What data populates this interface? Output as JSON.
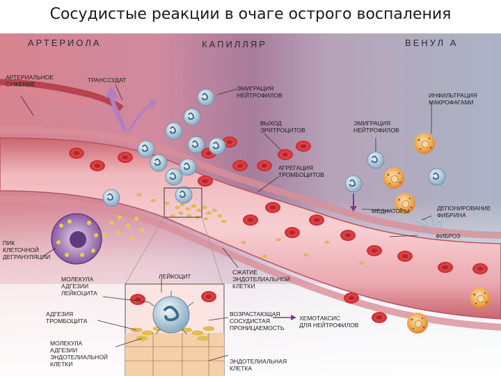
{
  "title": "Сосудистые реакции в очаге острого воспаления",
  "zones": {
    "arteriole": "АРТЕРИОЛА",
    "capillary": "КАПИЛЛЯР",
    "venule": "ВЕНУЛ А"
  },
  "labels": {
    "arterial_narrowing": "АРТЕРИАЛЬНОЕ\nСУЖЕНИЕ",
    "transudate": "ТРАНССУДАТ",
    "neutrophil_emigration_top": "ЭМИГРАЦИЯ\nНЕЙТРОФИЛОВ",
    "erythrocyte_exit": "ВЫХОД\nЭРИТРОЦИТОВ",
    "neutrophil_emigration_right": "ЭМИГРАЦИЯ\nНЕЙТРОФИЛОВ",
    "macrophage_infiltration": "ИНФИЛЬТРАЦИЯ\nМАКРОФАГАМИ",
    "platelet_aggregation": "АГРЕГАЦИЯ\nТРОМБОЦИТОВ",
    "mediators": "МЕДИАТОРЫ",
    "fibrin_deposition": "ДЕПОНИРОВАНИЕ\nФИБРИНА",
    "fibrosis": "ФИБРОЗ",
    "mast_cell_degranulation": "ПИК\nКЛЕТОЧНОЙ\nДЕГРАНУЛЯЦИИ",
    "endothelial_contraction": "СЖАТИЕ\nЭНДОТЕЛИАЛЬНОЙ\nКЛЕТКИ",
    "leukocyte": "ЛЕЙКОЦИТ",
    "leukocyte_adhesion_molecule": "МОЛЕКУЛА\nАДГЕЗИИ\nЛЕЙКОЦИТА",
    "platelet_adhesion": "АДГЕЗИЯ\nТРОМБОЦИТА",
    "endothelial_adhesion_molecule": "МОЛЕКУЛА\nАДГЕЗИИ\nЭНДОТЕЛИАЛЬНОЙ\nКЛЕТКИ",
    "vascular_permeability": "ВОЗРАСТАЮЩАЯ\nСОСУДИСТАЯ\nПРОНИЦАЕМОСТЬ",
    "chemotaxis": "ХЕМОТАКСИС\nДЛЯ НЕЙТРОФИЛОВ",
    "endothelial_cell": "ЭНДОТЕЛИАЛЬНАЯ\nКЛЕТКА"
  },
  "colors": {
    "arteriole_bg": "#d98a93",
    "capillary_bg": "#b58aa8",
    "venule_bg": "#a9b3c4",
    "vessel": "#e9a9b0",
    "erythrocyte": "#d8363a",
    "platelet": "#e6c84a",
    "neutrophil": "#b9d3e3",
    "macrophage": "#e9a24a"
  }
}
